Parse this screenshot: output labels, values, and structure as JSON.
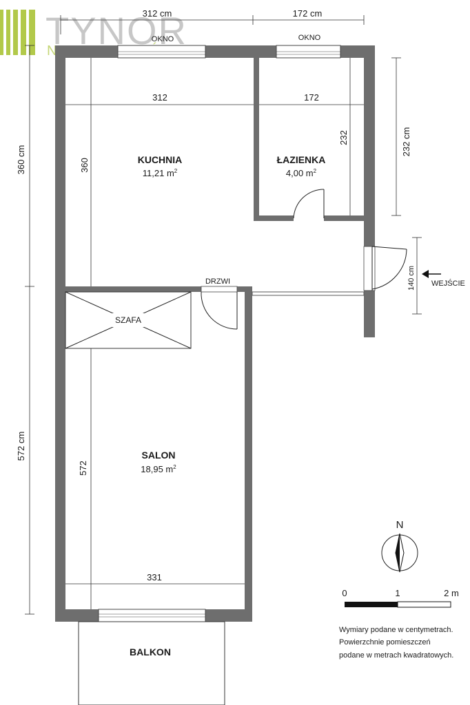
{
  "logo": {
    "name": "TYNOR",
    "tagline": "NIERUCHOMOŚCI",
    "brand_color": "#b2c94a"
  },
  "rooms": {
    "kitchen": {
      "name": "KUCHNIA",
      "area": "11,21 m",
      "sup": "2"
    },
    "bathroom": {
      "name": "ŁAZIENKA",
      "area": "4,00 m",
      "sup": "2"
    },
    "living": {
      "name": "SALON",
      "area": "18,95 m",
      "sup": "2"
    },
    "balcony": {
      "name": "BALKON"
    },
    "wardrobe": {
      "name": "SZAFA"
    }
  },
  "labels": {
    "window_left": "OKNO",
    "window_right": "OKNO",
    "door": "DRZWI",
    "entrance": "WEJŚCIE"
  },
  "dimensions": {
    "top_left": "312 cm",
    "top_right": "172 cm",
    "kitchen_width": "312",
    "bath_width": "172",
    "kitchen_height": "360",
    "bath_height": "232",
    "right_outer": "232 cm",
    "left_upper": "360 cm",
    "left_lower": "572 cm",
    "entrance_width": "140 cm",
    "living_height": "572",
    "living_width": "331"
  },
  "compass": {
    "label": "N"
  },
  "scale_bar": {
    "ticks": [
      "0",
      "1",
      "2 m"
    ]
  },
  "notes": [
    "Wymiary podane w centymetrach.",
    "Powierzchnie pomieszczeń",
    "podane w metrach kwadratowych."
  ]
}
